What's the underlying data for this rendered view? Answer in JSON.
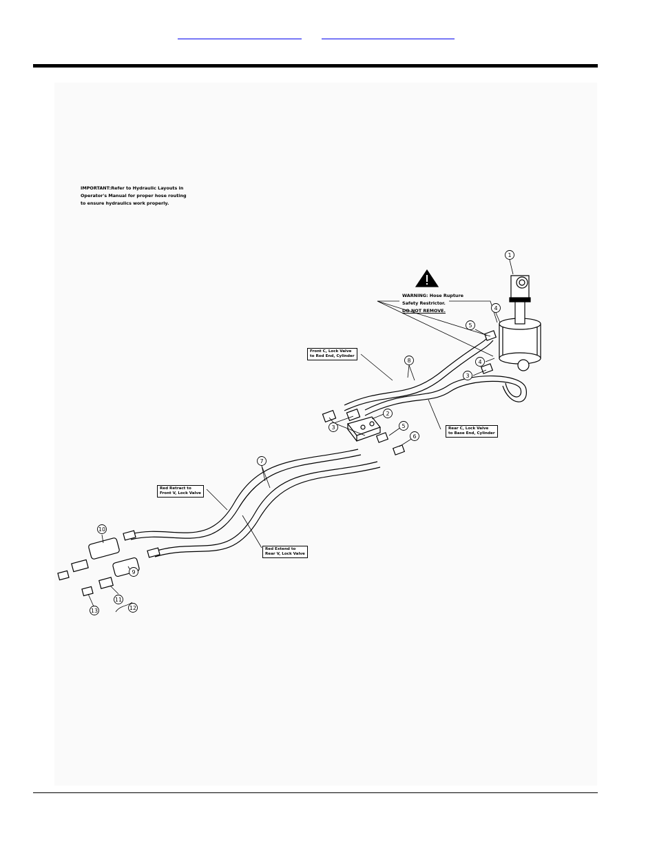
{
  "header": {
    "links": [
      "",
      ""
    ]
  },
  "note": {
    "lines": [
      "IMPORTANT:Refer to Hydraulic Layouts in",
      "Operator's Manual for proper hose routing",
      "to ensure hydraulics work properly."
    ]
  },
  "warning": {
    "line1": "WARNING: Hose Rupture",
    "line2": "Safety Restrictor.",
    "line3": "DO NOT REMOVE."
  },
  "labels": {
    "front_c": [
      "Front C, Lock Valve",
      "to Rod End, Cylinder"
    ],
    "rear_c": [
      "Rear C, Lock Valve",
      "to Base End, Cylinder"
    ],
    "red_retract": [
      "Red Retract to",
      "Front V, Lock Valve"
    ],
    "red_extend": [
      "Red Extend to",
      "Rear V, Lock Valve"
    ]
  },
  "callouts": [
    "1",
    "2",
    "3",
    "3",
    "4",
    "4",
    "5",
    "5",
    "6",
    "7",
    "8",
    "9",
    "10",
    "11",
    "12",
    "13"
  ],
  "colors": {
    "ink": "#000000",
    "link": "#0000ee",
    "panel": "#fafafa"
  }
}
